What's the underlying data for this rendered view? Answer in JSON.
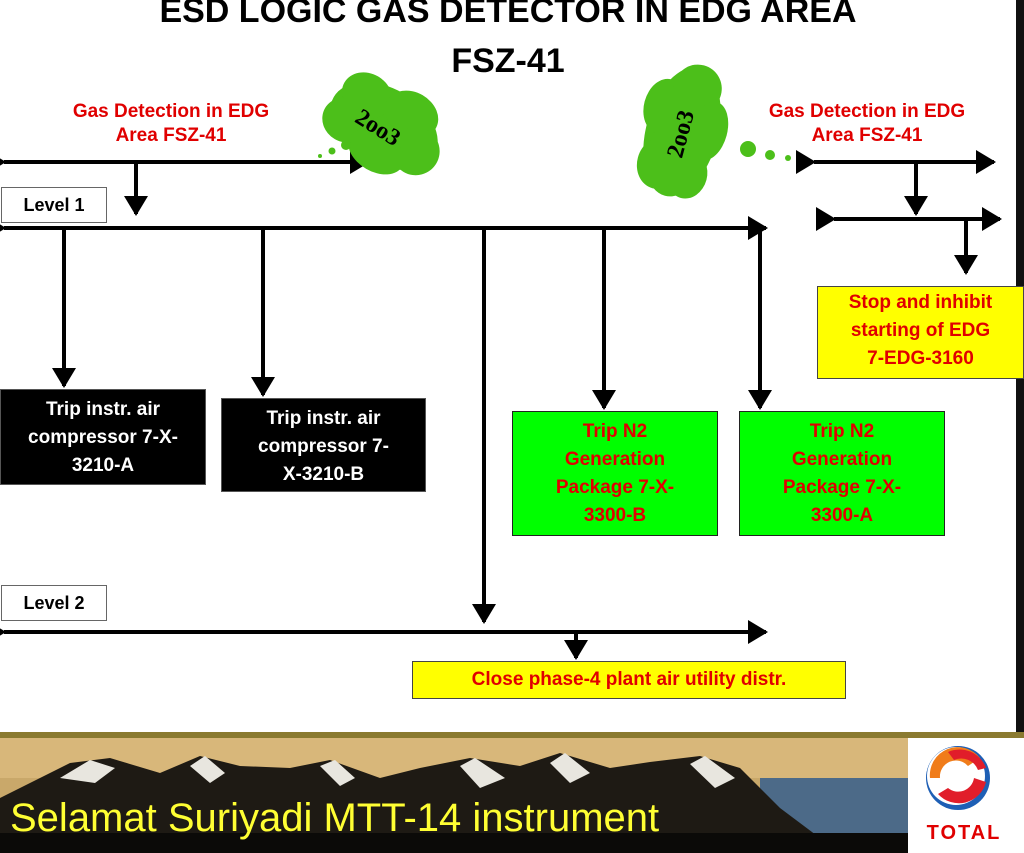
{
  "title": {
    "line1": "ESD LOGIC GAS DETECTOR IN EDG AREA",
    "line2": "FSZ-41"
  },
  "gas_detection_left": "Gas Detection in EDG\nArea FSZ-41",
  "gas_detection_right": "Gas Detection in EDG\nArea FSZ-41",
  "cloud_left_text": "2oo3",
  "cloud_right_text": "2oo3",
  "level1_label": "Level 1",
  "level2_label": "Level 2",
  "boxes": {
    "trip_air_a": "Trip instr. air\ncompressor 7-X-\n3210-A",
    "trip_air_b": "Trip instr. air\ncompressor  7-\nX-3210-B",
    "trip_n2_b": "Trip N2\nGeneration\nPackage 7-X-\n3300-B",
    "trip_n2_a": "Trip N2\nGeneration\nPackage 7-X-\n3300-A",
    "stop_edg": "Stop and inhibit\nstarting of EDG\n7-EDG-3160",
    "close_air": "Close phase-4 plant air utility distr."
  },
  "footer": {
    "presenter": "Selamat Suriyadi MTT-14 instrument",
    "logo_text": "TOTAL"
  },
  "colors": {
    "label_red": "#e00000",
    "green_box": "#00ff00",
    "yellow_box": "#ffff00",
    "cloud_green": "#4cbf1a",
    "footer_text": "#ffff33"
  }
}
